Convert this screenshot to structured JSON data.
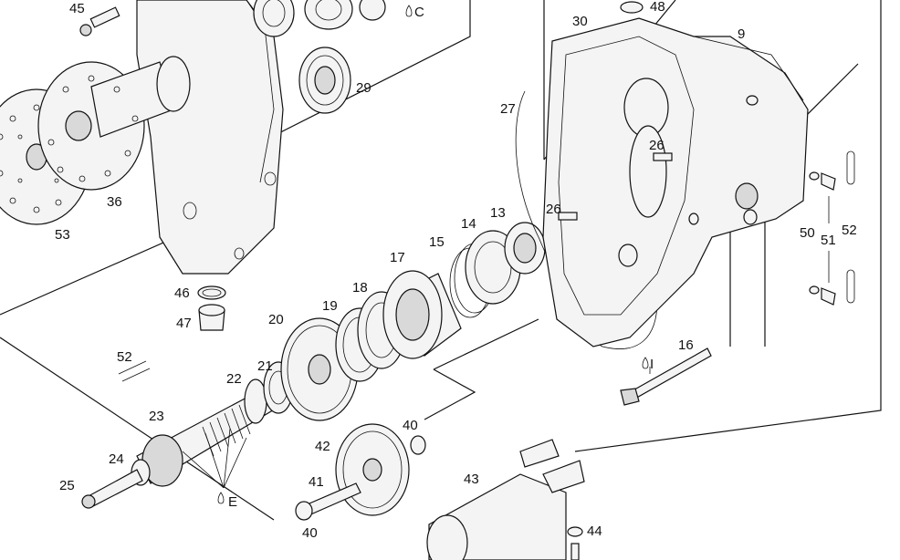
{
  "labels": [
    {
      "id": "45",
      "text": "45"
    },
    {
      "id": "C",
      "text": "C"
    },
    {
      "id": "29",
      "text": "29"
    },
    {
      "id": "53",
      "text": "53"
    },
    {
      "id": "36",
      "text": "36"
    },
    {
      "id": "46",
      "text": "46"
    },
    {
      "id": "47",
      "text": "47"
    },
    {
      "id": "52a",
      "text": "52"
    },
    {
      "id": "23",
      "text": "23"
    },
    {
      "id": "24",
      "text": "24"
    },
    {
      "id": "25",
      "text": "25"
    },
    {
      "id": "E",
      "text": "E"
    },
    {
      "id": "22",
      "text": "22"
    },
    {
      "id": "21",
      "text": "21"
    },
    {
      "id": "20",
      "text": "20"
    },
    {
      "id": "19",
      "text": "19"
    },
    {
      "id": "18",
      "text": "18"
    },
    {
      "id": "17",
      "text": "17"
    },
    {
      "id": "15",
      "text": "15"
    },
    {
      "id": "14",
      "text": "14"
    },
    {
      "id": "13",
      "text": "13"
    },
    {
      "id": "26a",
      "text": "26"
    },
    {
      "id": "26b",
      "text": "26"
    },
    {
      "id": "27",
      "text": "27"
    },
    {
      "id": "30",
      "text": "30"
    },
    {
      "id": "48",
      "text": "48"
    },
    {
      "id": "9",
      "text": "9"
    },
    {
      "id": "50",
      "text": "50"
    },
    {
      "id": "51",
      "text": "51"
    },
    {
      "id": "52b",
      "text": "52"
    },
    {
      "id": "16",
      "text": "16"
    },
    {
      "id": "I",
      "text": "I"
    },
    {
      "id": "40a",
      "text": "40"
    },
    {
      "id": "42",
      "text": "42"
    },
    {
      "id": "41",
      "text": "41"
    },
    {
      "id": "40b",
      "text": "40"
    },
    {
      "id": "43",
      "text": "43"
    },
    {
      "id": "44",
      "text": "44"
    }
  ]
}
